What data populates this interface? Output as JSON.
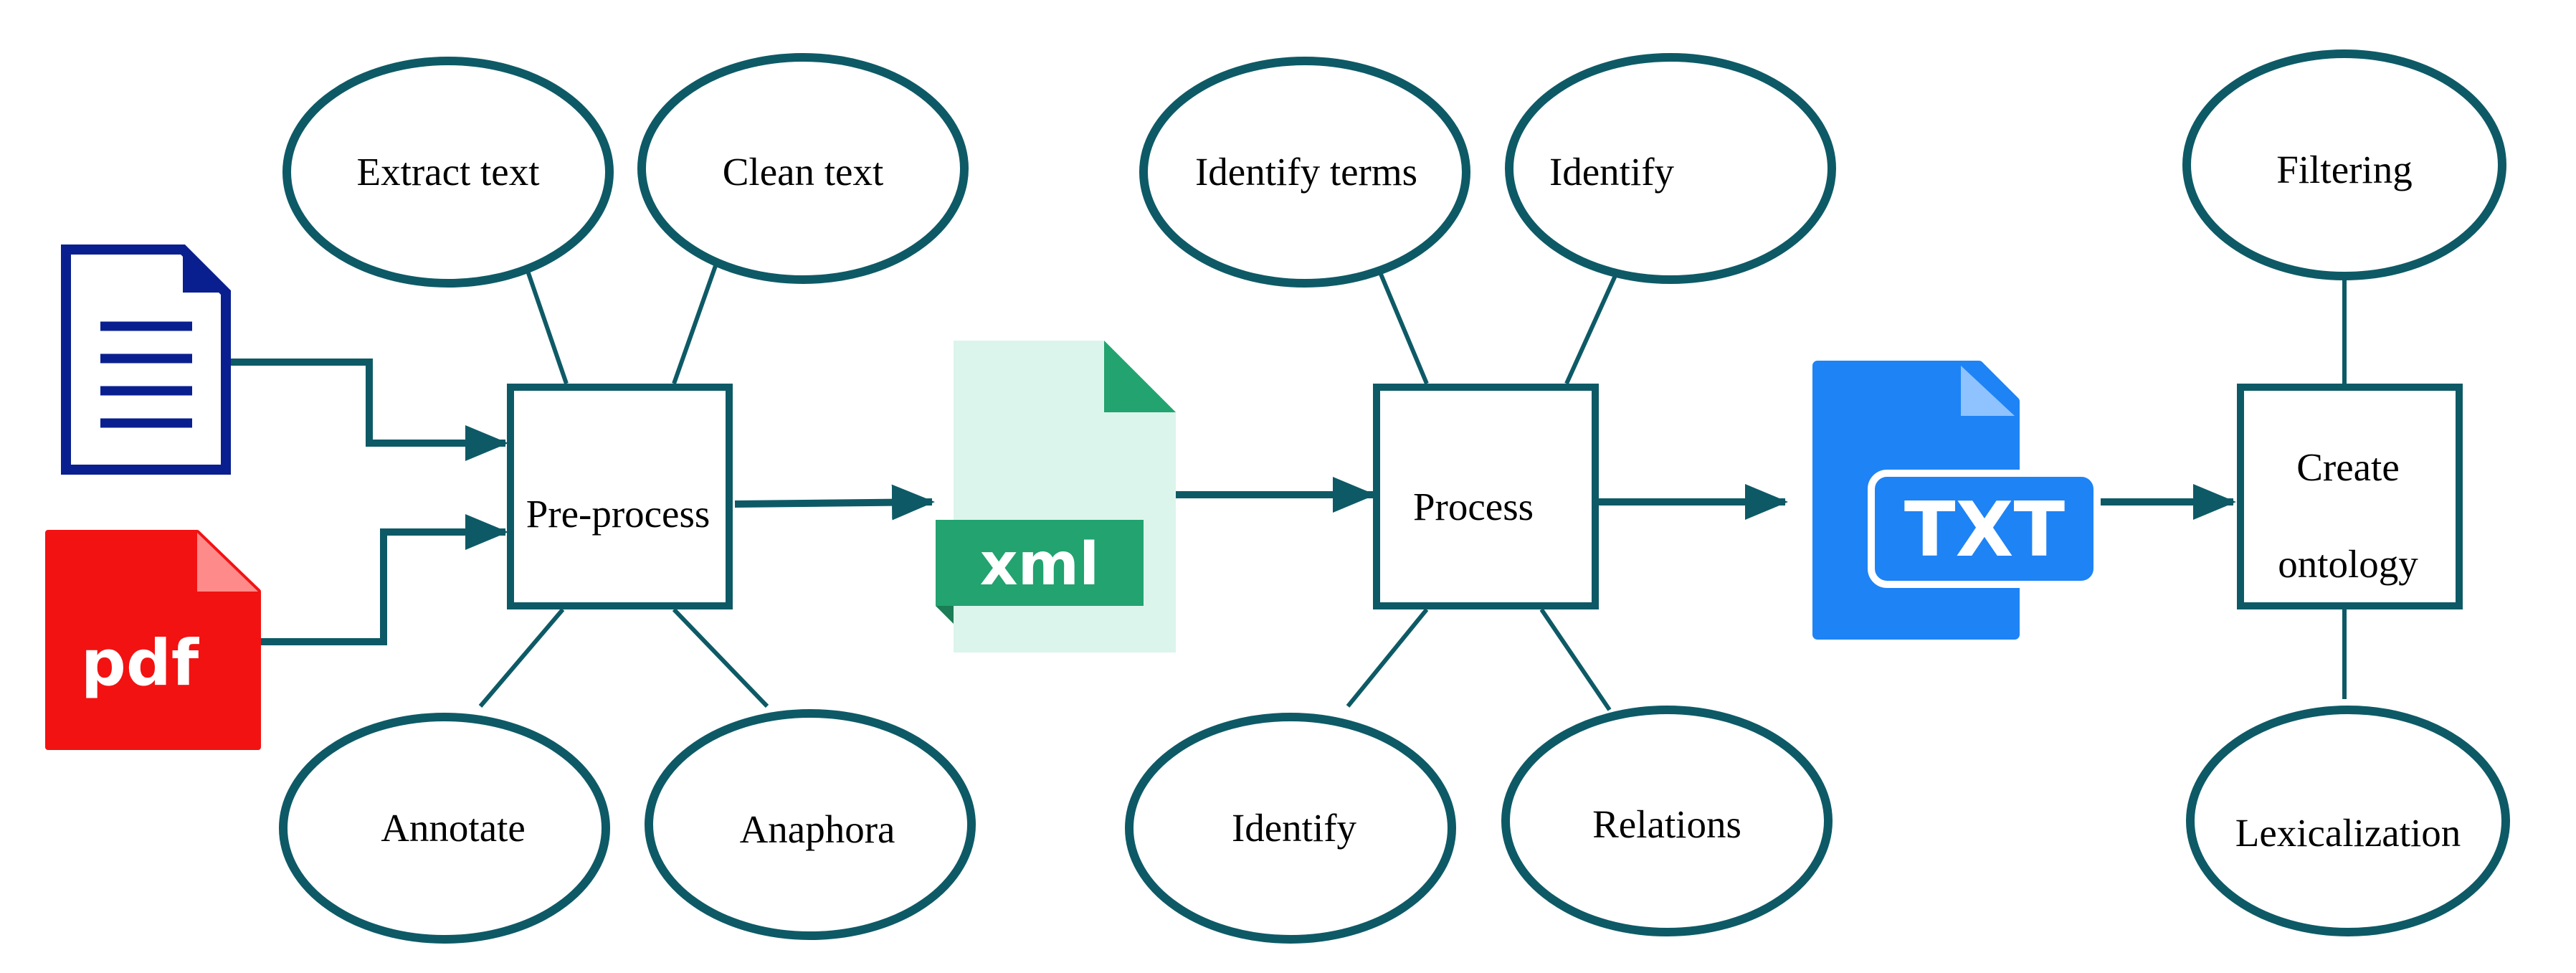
{
  "colors": {
    "stroke": "#0d5a66",
    "doc_blue": "#0a1f8f",
    "pdf_red": "#f21212",
    "pdf_fold": "#ff8a8a",
    "xml_light": "#dcf5ec",
    "xml_green": "#22a36f",
    "txt_blue": "#1e83f5",
    "txt_fold": "#8fc3ff"
  },
  "icons": {
    "document": "document-icon",
    "pdf": "pdf-file-icon",
    "xml": "xml-file-icon",
    "txt": "txt-file-icon"
  },
  "icon_labels": {
    "pdf": "pdf",
    "xml": "xml",
    "txt": "TXT"
  },
  "stages": {
    "preprocess": {
      "label": "Pre-process",
      "sub": [
        "Extract text",
        "Clean text",
        "Annotate",
        "Anaphora"
      ]
    },
    "process": {
      "label": "Process",
      "sub": [
        "Identify terms",
        "Identify",
        "Identify",
        "Relations"
      ]
    },
    "create": {
      "label_line1": "Create",
      "label_line2": "ontology",
      "sub": [
        "Filtering",
        "Lexicalization"
      ]
    }
  }
}
